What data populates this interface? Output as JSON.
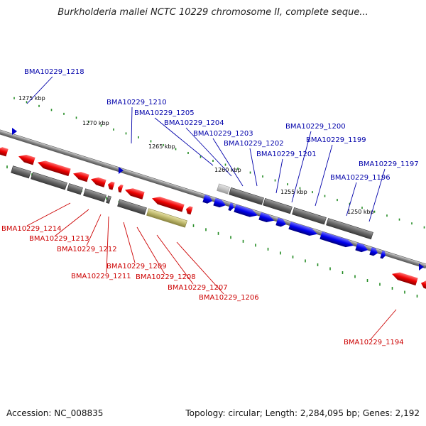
{
  "title": "Burkholderia mallei NCTC 10229 chromosome II, complete seque...",
  "footer": {
    "accession": "Accession: NC_008835",
    "topology": "Topology: circular; Length: 2,284,095 bp; Genes: 2,192"
  },
  "colors": {
    "forward_gene": "#0000ee",
    "reverse_gene": "#ee0000",
    "blue_label": "#0000aa",
    "red_label": "#cc0000",
    "backbone": "#888888",
    "tick": "#228b22",
    "gray_feature": "#666666",
    "olive_feature": "#bdb76b"
  },
  "scale_labels": [
    "1275 kbp",
    "1270 kbp",
    "1265 kbp",
    "1260 kbp",
    "1255 kbp",
    "1250 kbp"
  ],
  "forward_labels": [
    "BMA10229_1218",
    "BMA10229_1210",
    "BMA10229_1205",
    "BMA10229_1204",
    "BMA10229_1203",
    "BMA10229_1202",
    "BMA10229_1201",
    "BMA10229_1200",
    "BMA10229_1199",
    "BMA10229_1197",
    "BMA10229_1196"
  ],
  "reverse_labels": [
    "BMA10229_1214",
    "BMA10229_1213",
    "BMA10229_1212",
    "BMA10229_1211",
    "BMA10229_1209",
    "BMA10229_1208",
    "BMA10229_1207",
    "BMA10229_1206",
    "BMA10229_1194"
  ]
}
